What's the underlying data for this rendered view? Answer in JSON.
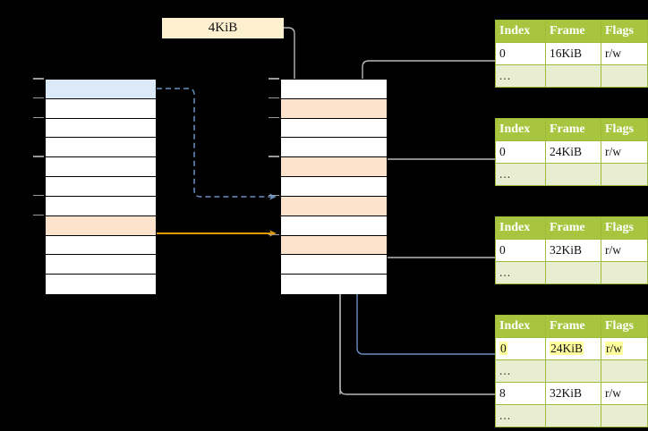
{
  "diagram": {
    "title": "page-table-walk",
    "page_size_label": {
      "text": "4KiB"
    },
    "colors": {
      "table_header": "#a7c53f",
      "table_alt_row": "#e9eed3",
      "highlight_yellow": "#ffff9e",
      "cell_blue": "#dce9f9",
      "cell_peach": "#fde3cc",
      "label_box": "#fdf0cf",
      "arrow_orange": "#e09b00",
      "arrow_blue": "#6a8fc4",
      "arrow_gray": "#b5b5b5",
      "background": "#000000"
    },
    "left_column": {
      "name": "virtual-address-space",
      "rows": [
        {
          "label": "",
          "fill": "blue"
        },
        {
          "label": "",
          "fill": "white"
        },
        {
          "label": "",
          "fill": "white"
        },
        {
          "label": "",
          "fill": "white"
        },
        {
          "label": "",
          "fill": "white"
        },
        {
          "label": "",
          "fill": "white"
        },
        {
          "label": "",
          "fill": "white"
        },
        {
          "label": "",
          "fill": "peach"
        },
        {
          "label": "",
          "fill": "white"
        },
        {
          "label": "",
          "fill": "white"
        },
        {
          "label": "",
          "fill": "white"
        }
      ]
    },
    "middle_column": {
      "name": "physical-memory",
      "rows": [
        {
          "label": "",
          "fill": "white"
        },
        {
          "label": "",
          "fill": "peach"
        },
        {
          "label": "",
          "fill": "white"
        },
        {
          "label": "",
          "fill": "white"
        },
        {
          "label": "",
          "fill": "peach"
        },
        {
          "label": "",
          "fill": "white"
        },
        {
          "label": "",
          "fill": "peach"
        },
        {
          "label": "",
          "fill": "white"
        },
        {
          "label": "",
          "fill": "peach"
        },
        {
          "label": "",
          "fill": "white"
        },
        {
          "label": "",
          "fill": "white"
        }
      ]
    },
    "tables": [
      {
        "name": "page-table-level-1",
        "headers": [
          "Index",
          "Frame",
          "Flags"
        ],
        "rows": [
          {
            "cells": [
              "0",
              "16KiB",
              "r/w"
            ],
            "style": "normal"
          },
          {
            "cells": [
              "...",
              "",
              ""
            ],
            "style": "dots"
          }
        ]
      },
      {
        "name": "page-table-level-2",
        "headers": [
          "Index",
          "Frame",
          "Flags"
        ],
        "rows": [
          {
            "cells": [
              "0",
              "24KiB",
              "r/w"
            ],
            "style": "normal"
          },
          {
            "cells": [
              "...",
              "",
              ""
            ],
            "style": "dots"
          }
        ]
      },
      {
        "name": "page-table-level-3",
        "headers": [
          "Index",
          "Frame",
          "Flags"
        ],
        "rows": [
          {
            "cells": [
              "0",
              "32KiB",
              "r/w"
            ],
            "style": "normal"
          },
          {
            "cells": [
              "...",
              "",
              ""
            ],
            "style": "dots"
          }
        ]
      },
      {
        "name": "page-table-level-4",
        "headers": [
          "Index",
          "Frame",
          "Flags"
        ],
        "rows": [
          {
            "cells": [
              "0",
              "24KiB",
              "r/w"
            ],
            "style": "highlight"
          },
          {
            "cells": [
              "...",
              "",
              ""
            ],
            "style": "dots"
          },
          {
            "cells": [
              "8",
              "32KiB",
              "r/w"
            ],
            "style": "normal"
          },
          {
            "cells": [
              "...",
              "",
              ""
            ],
            "style": "dots"
          }
        ]
      }
    ]
  }
}
